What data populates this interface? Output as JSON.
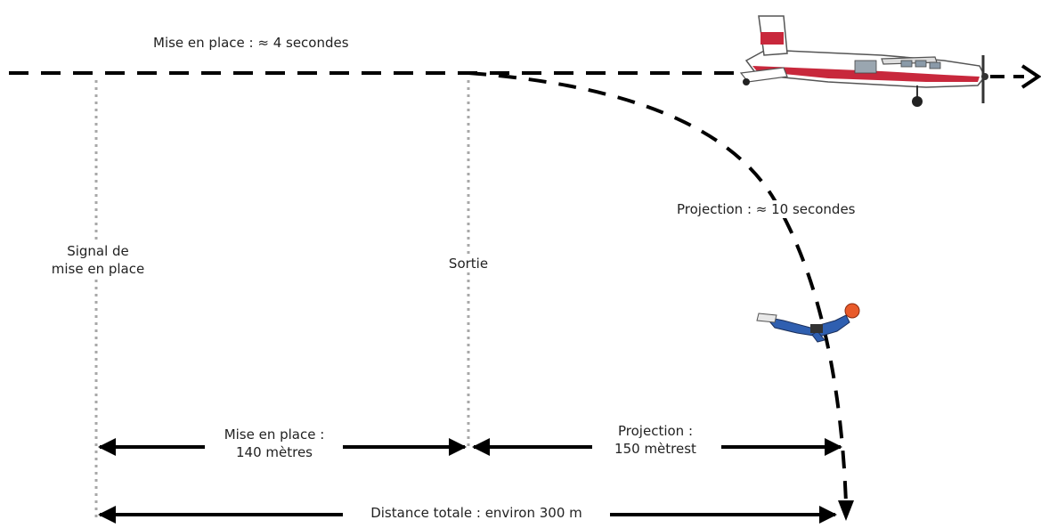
{
  "labels": {
    "mise_en_place_time": "Mise en place : ≈  4 secondes",
    "projection_time": "Projection : ≈ 10 secondes",
    "signal_line1": "Signal de",
    "signal_line2": "mise en place",
    "sortie": "Sortie",
    "mise_en_place_dist_line1": "Mise en place :",
    "mise_en_place_dist_line2": "140 mètres",
    "projection_dist_line1": "Projection :",
    "projection_dist_line2": "150 mètrest",
    "distance_totale": "Distance totale : environ 300 m"
  },
  "colors": {
    "line": "#000000",
    "guide": "#a8a8a8",
    "plane_red": "#c8283c",
    "jumpsuit": "#2f5fb0",
    "helmet": "#e85a2a"
  }
}
